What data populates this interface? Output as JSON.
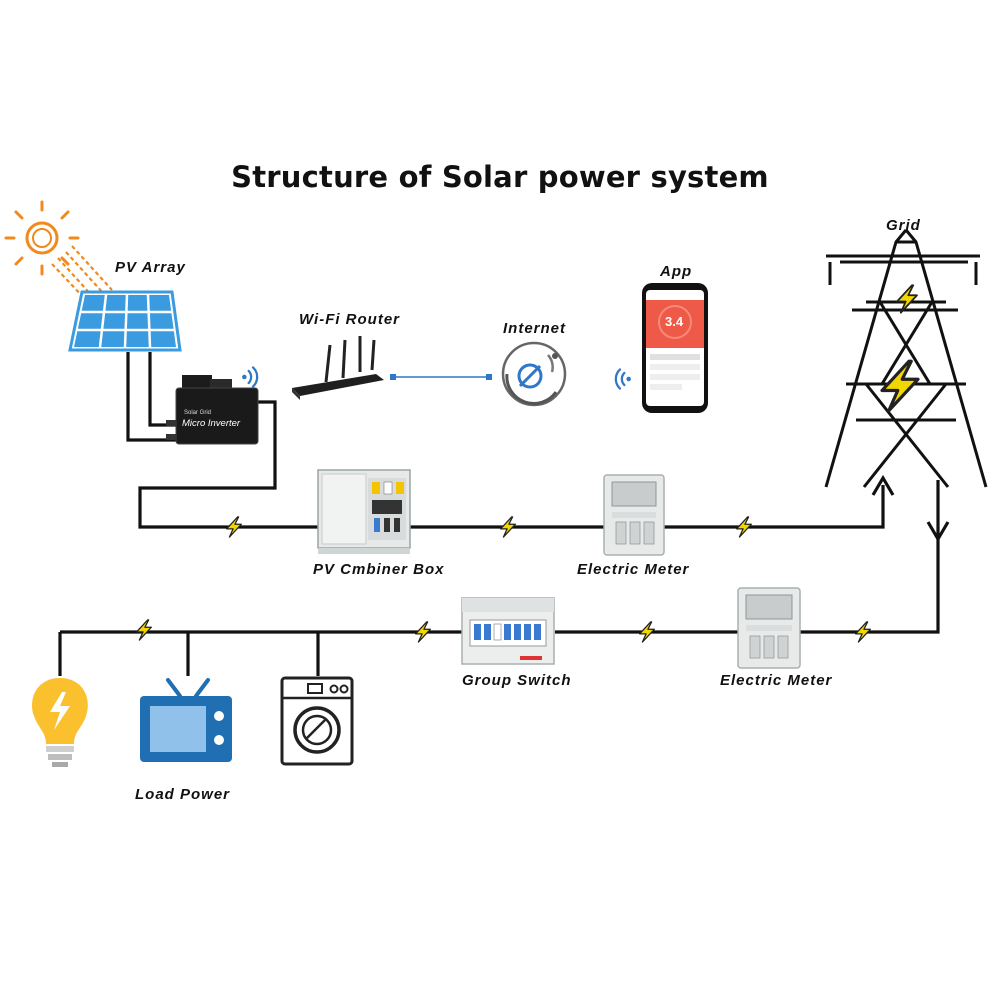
{
  "title": "Structure of Solar power system",
  "labels": {
    "pv_array": "PV Array",
    "wifi_router": "Wi-Fi Router",
    "internet": "Internet",
    "app": "App",
    "grid": "Grid",
    "combiner_box": "PV Cmbiner Box",
    "electric_meter_1": "Electric Meter",
    "group_switch": "Group Switch",
    "electric_meter_2": "Electric Meter",
    "load_power": "Load Power"
  },
  "inverter": {
    "brand": "Solar Grid",
    "name": "Micro Inverter"
  },
  "app_screen": {
    "reading": "3.4"
  },
  "colors": {
    "wire": "#111111",
    "bolt": "#f2d600",
    "sun": "#f08a1c",
    "panel": "#3a9be0",
    "wifi": "#2f77c8",
    "app_header": "#ee5a47",
    "bulb": "#fbc02d",
    "tv": "#1f6fb2"
  }
}
